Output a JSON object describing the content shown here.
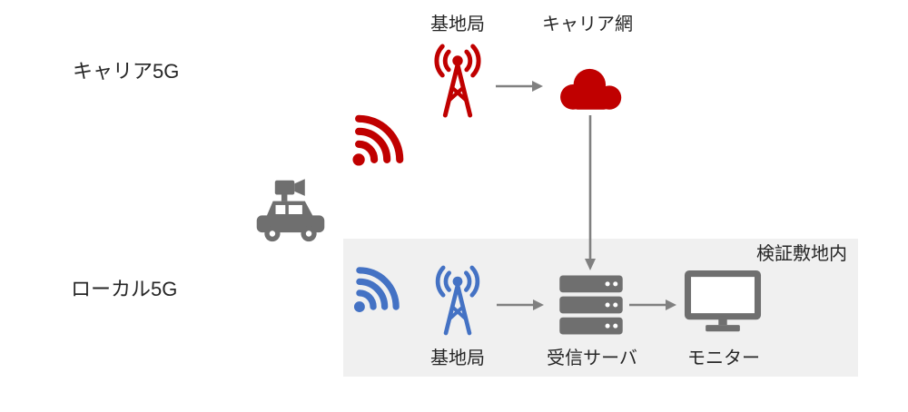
{
  "labels": {
    "carrier_5g": "キャリア5G",
    "local_5g": "ローカル5G",
    "base_station_top": "基地局",
    "carrier_network": "キャリア網",
    "site_area": "検証敷地内",
    "base_station_bottom": "基地局",
    "receive_server": "受信サーバ",
    "monitor": "モニター"
  },
  "icons": {
    "carrier_signal": "wifi-signal-icon",
    "carrier_base_station": "radio-tower-icon",
    "carrier_network_cloud": "cloud-icon",
    "camera_car": "camera-car-icon",
    "local_signal": "wifi-signal-icon",
    "local_base_station": "radio-tower-icon",
    "receive_server": "server-stack-icon",
    "monitor": "monitor-icon"
  },
  "colors": {
    "carrier_red": "#C00000",
    "local_blue": "#4472C4",
    "device_gray": "#6F6F6F",
    "arrow_gray": "#808080",
    "site_box_bg": "#F0F0F0",
    "text": "#262626",
    "background": "#FFFFFF"
  }
}
